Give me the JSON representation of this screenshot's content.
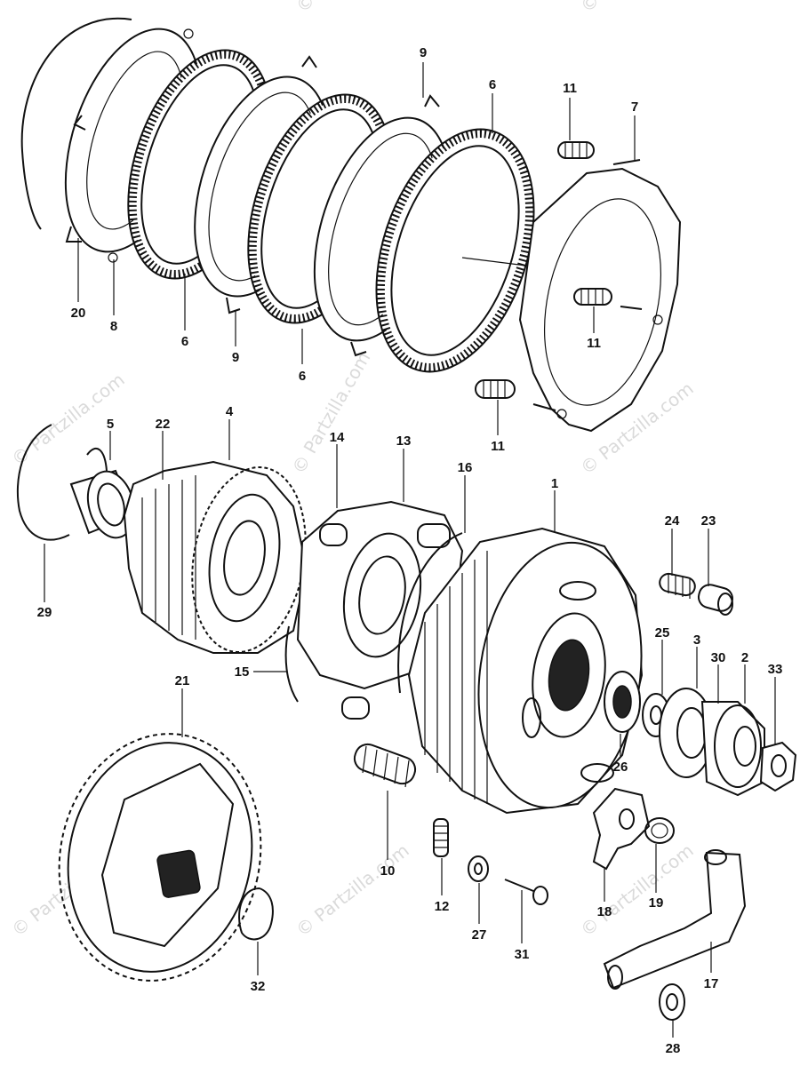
{
  "watermark": "© Partzilla.com",
  "callouts": [
    {
      "id": "20",
      "label": "20"
    },
    {
      "id": "8",
      "label": "8"
    },
    {
      "id": "6a",
      "label": "6"
    },
    {
      "id": "9a",
      "label": "9"
    },
    {
      "id": "6b",
      "label": "6"
    },
    {
      "id": "9b",
      "label": "9"
    },
    {
      "id": "6c",
      "label": "6"
    },
    {
      "id": "11a",
      "label": "11"
    },
    {
      "id": "7",
      "label": "7"
    },
    {
      "id": "11b",
      "label": "11"
    },
    {
      "id": "11c",
      "label": "11"
    },
    {
      "id": "5",
      "label": "5"
    },
    {
      "id": "22",
      "label": "22"
    },
    {
      "id": "4",
      "label": "4"
    },
    {
      "id": "14",
      "label": "14"
    },
    {
      "id": "13",
      "label": "13"
    },
    {
      "id": "16",
      "label": "16"
    },
    {
      "id": "1",
      "label": "1"
    },
    {
      "id": "24",
      "label": "24"
    },
    {
      "id": "23",
      "label": "23"
    },
    {
      "id": "29",
      "label": "29"
    },
    {
      "id": "25",
      "label": "25"
    },
    {
      "id": "3",
      "label": "3"
    },
    {
      "id": "30",
      "label": "30"
    },
    {
      "id": "2",
      "label": "2"
    },
    {
      "id": "33",
      "label": "33"
    },
    {
      "id": "15",
      "label": "15"
    },
    {
      "id": "21",
      "label": "21"
    },
    {
      "id": "26",
      "label": "26"
    },
    {
      "id": "10",
      "label": "10"
    },
    {
      "id": "12",
      "label": "12"
    },
    {
      "id": "27",
      "label": "27"
    },
    {
      "id": "31",
      "label": "31"
    },
    {
      "id": "18",
      "label": "18"
    },
    {
      "id": "19",
      "label": "19"
    },
    {
      "id": "32",
      "label": "32"
    },
    {
      "id": "17",
      "label": "17"
    },
    {
      "id": "28",
      "label": "28"
    }
  ]
}
